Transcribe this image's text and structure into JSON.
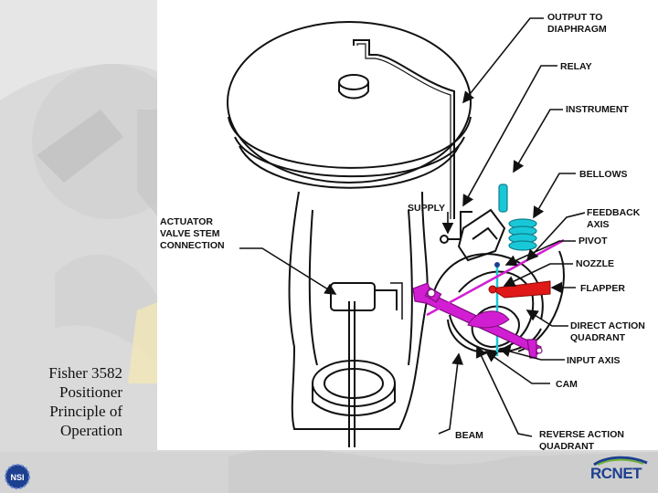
{
  "caption": [
    "Fisher 3582",
    "Positioner",
    "Principle of",
    "Operation"
  ],
  "labels": {
    "output_to_diaphragm": [
      "OUTPUT TO",
      "DIAPHRAGM"
    ],
    "relay": "RELAY",
    "instrument": "INSTRUMENT",
    "bellows": "BELLOWS",
    "supply": "SUPPLY",
    "feedback_axis": [
      "FEEDBACK",
      "AXIS"
    ],
    "actuator_valve_stem": [
      "ACTUATOR",
      "VALVE STEM",
      "CONNECTION"
    ],
    "pivot": "PIVOT",
    "nozzle": "NOZZLE",
    "flapper": "FLAPPER",
    "direct_action_quadrant": [
      "DIRECT ACTION",
      "QUADRANT"
    ],
    "input_axis": "INPUT AXIS",
    "cam": "CAM",
    "beam": "BEAM",
    "reverse_action_quadrant": [
      "REVERSE ACTION",
      "QUADRANT"
    ]
  },
  "logos": {
    "rcnet": "RCNET",
    "nsi": "NSI"
  },
  "colors": {
    "beam": "#d21ed2",
    "flapper": "#e01818",
    "bellows": "#19c8d8",
    "panel_bg": "#ffffff",
    "slide_bg": "#dcdcdc",
    "logo_blue": "#1d3f8f"
  }
}
